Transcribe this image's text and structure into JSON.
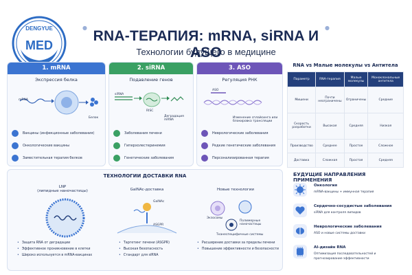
{
  "header": {
    "logo_text_top": "DENGYUE",
    "logo_text_mid": "MED",
    "title": "RNA-ТЕРАПИЯ: mRNA, siRNA И ASO",
    "subtitle": "Технологии будущего в медицине"
  },
  "colors": {
    "mrna": "#3b74d1",
    "sirna": "#3aa063",
    "aso": "#6d55b8",
    "navy": "#24407c"
  },
  "panels": [
    {
      "head": "1. mRNA",
      "sub": "Экспрессия белка",
      "labels": {
        "mol": "mRNA",
        "out": "Белок"
      },
      "items": [
        "Вакцины (инфекционные заболевания)",
        "Онкологические вакцины",
        "Заместительная терапия белков"
      ]
    },
    {
      "head": "2. siRNA",
      "sub": "Подавление генов",
      "labels": {
        "mol": "siRNA",
        "complex": "RISC",
        "out": "Деградация mRNA"
      },
      "items": [
        "Заболевания печени",
        "Гиперхолестеринемия",
        "Генетические заболевания"
      ]
    },
    {
      "head": "3. ASO",
      "sub": "Регуляция РНК",
      "labels": {
        "mol": "ASO",
        "out": "Изменение сплайсинга или блокировка трансляции"
      },
      "items": [
        "Неврологические заболевания",
        "Редкие генетические заболевания",
        "Персонализированная терапия"
      ]
    }
  ],
  "comparison": {
    "title": "RNA vs Малые молекулы vs Антитела",
    "headers": [
      "Параметр",
      "RNA-терапия",
      "Малые молекулы",
      "Моноклональные антитела"
    ],
    "rows": [
      [
        "Мишени",
        "Почти неограничены",
        "Ограничены",
        "Средние"
      ],
      [
        "Скорость разработки",
        "Высокая",
        "Средняя",
        "Низкая"
      ],
      [
        "Производство",
        "Среднее",
        "Простое",
        "Сложное"
      ],
      [
        "Доставка",
        "Сложная",
        "Простая",
        "Средняя"
      ]
    ]
  },
  "delivery": {
    "title": "ТЕХНОЛОГИИ ДОСТАВКИ RNA",
    "cols": [
      {
        "title": "LNP",
        "subtitle": "(липидные наночастицы)",
        "items": [
          "Защита RNA от деградации",
          "Эффективное проникновение в клетки",
          "Широко используется в mRNA-вакцинах"
        ]
      },
      {
        "title": "GalNAc-доставка",
        "labels": {
          "galnac": "GalNAc",
          "asgpr": "ASGPR"
        },
        "items": [
          "Таргетинг печени (ASGPR)",
          "Высокая безопасность",
          "Стандарт для siRNA"
        ]
      },
      {
        "title": "Новые технологии",
        "labels": {
          "exo": "Экзосомы",
          "poly": "Полимерные наночастицы",
          "tissue": "Тканеспецифичные системы"
        },
        "items": [
          "Расширение доставки за пределы печени",
          "Повышение эффективности и безопасности"
        ]
      }
    ]
  },
  "future": {
    "title": "БУДУЩИЕ НАПРАВЛЕНИЯ ПРИМЕНЕНИЯ",
    "items": [
      {
        "icon": "virus-icon",
        "title": "Онкология",
        "desc": "mRNA-вакцины + иммунная терапия"
      },
      {
        "icon": "heart-icon",
        "title": "Сердечно-сосудистые заболевания",
        "desc": "siRNA для контроля липидов"
      },
      {
        "icon": "brain-icon",
        "title": "Неврологические заболевания",
        "desc": "ASO и новые системы доставки"
      },
      {
        "icon": "ai-chip-icon",
        "title": "AI-дизайн RNA",
        "desc": "Оптимизация последовательностей и прогнозирование эффективности"
      }
    ]
  }
}
